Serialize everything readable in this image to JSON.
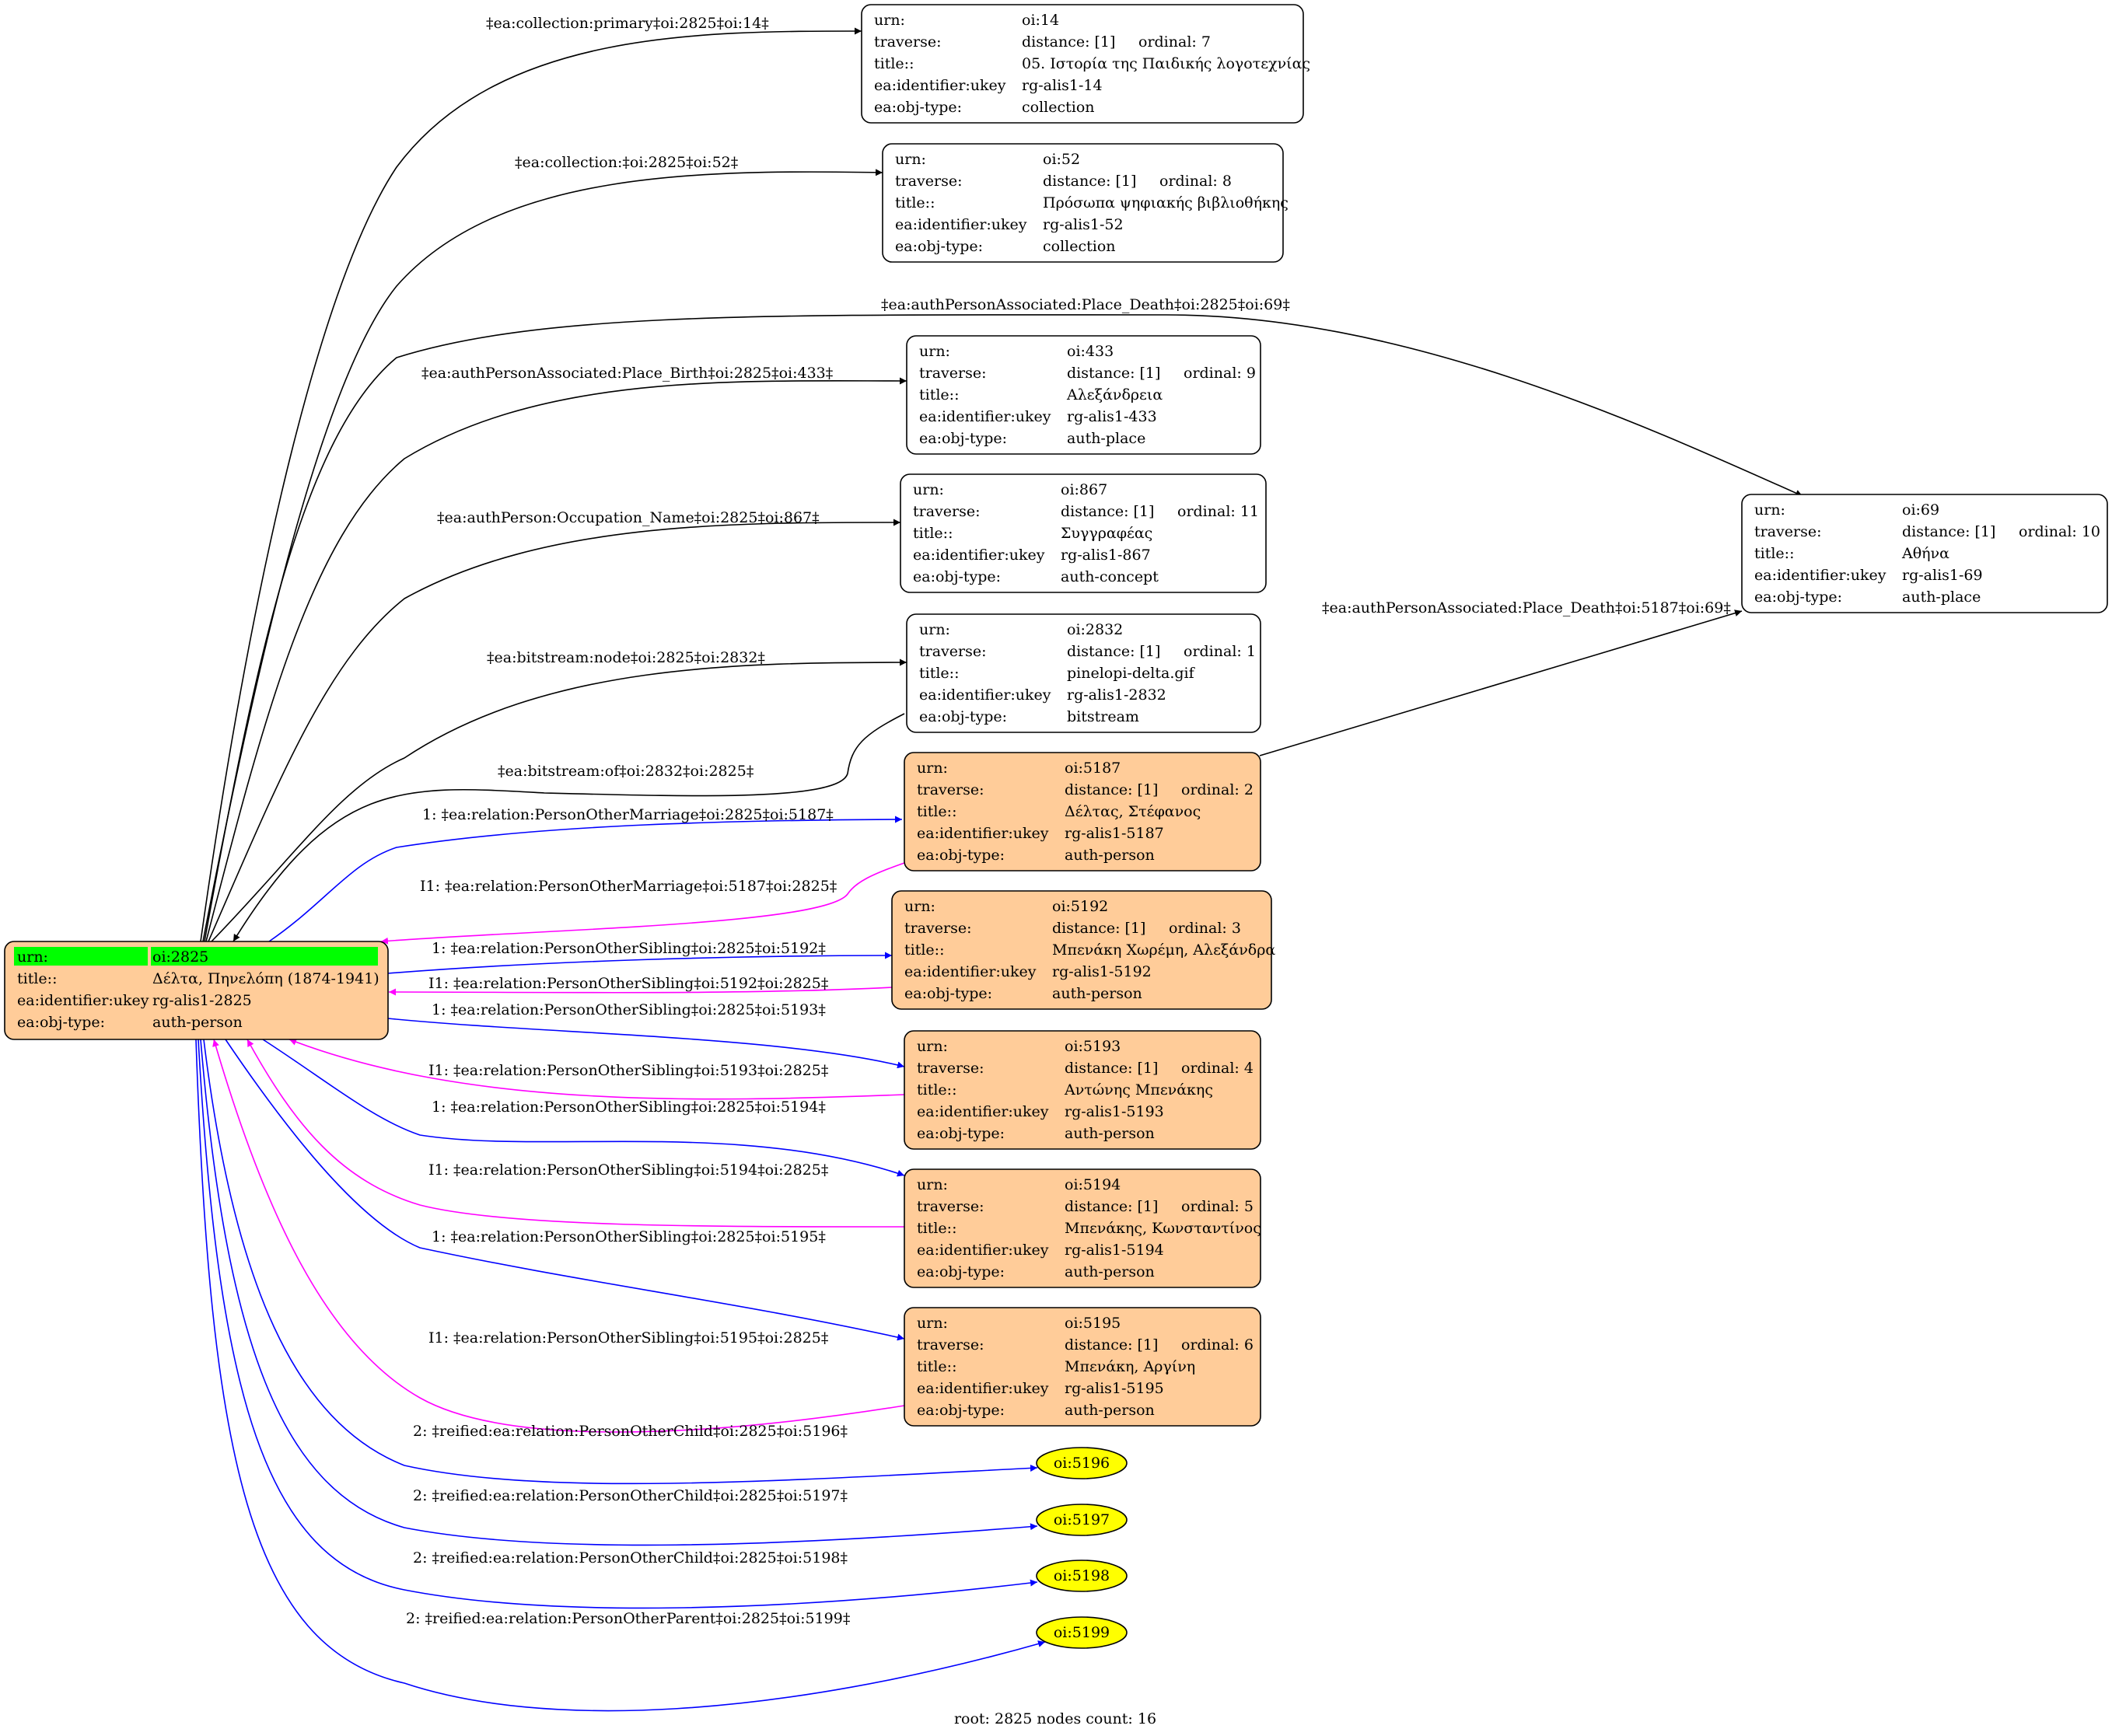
{
  "root": {
    "rows": [
      {
        "key": "urn:",
        "value": "oi:2825"
      },
      {
        "key": "title::",
        "value": "Δέλτα, Πηνελόπη (1874-1941)"
      },
      {
        "key": "ea:identifier:ukey",
        "value": "rg-alis1-2825"
      },
      {
        "key": "ea:obj-type:",
        "value": "auth-person"
      }
    ],
    "colors": {
      "fill": "#ffcc99",
      "highlight": "#00ff00"
    }
  },
  "nodes": [
    {
      "id": "n14",
      "urn": "oi:14",
      "distance": "distance: [1]",
      "ordinal": "ordinal: 7",
      "title": "05. Ιστορία της Παιδικής λογοτεχνίας",
      "ukey": "rg-alis1-14",
      "objtype": "collection",
      "fill": "#ffffff"
    },
    {
      "id": "n52",
      "urn": "oi:52",
      "distance": "distance: [1]",
      "ordinal": "ordinal: 8",
      "title": "Πρόσωπα ψηφιακής βιβλιοθήκης",
      "ukey": "rg-alis1-52",
      "objtype": "collection",
      "fill": "#ffffff"
    },
    {
      "id": "n433",
      "urn": "oi:433",
      "distance": "distance: [1]",
      "ordinal": "ordinal: 9",
      "title": "Αλεξάνδρεια",
      "ukey": "rg-alis1-433",
      "objtype": "auth-place",
      "fill": "#ffffff"
    },
    {
      "id": "n867",
      "urn": "oi:867",
      "distance": "distance: [1]",
      "ordinal": "ordinal: 11",
      "title": "Συγγραφέας",
      "ukey": "rg-alis1-867",
      "objtype": "auth-concept",
      "fill": "#ffffff"
    },
    {
      "id": "n2832",
      "urn": "oi:2832",
      "distance": "distance: [1]",
      "ordinal": "ordinal: 1",
      "title": "pinelopi-delta.gif",
      "ukey": "rg-alis1-2832",
      "objtype": "bitstream",
      "fill": "#ffffff"
    },
    {
      "id": "n5187",
      "urn": "oi:5187",
      "distance": "distance: [1]",
      "ordinal": "ordinal: 2",
      "title": "Δέλτας, Στέφανος",
      "ukey": "rg-alis1-5187",
      "objtype": "auth-person",
      "fill": "#ffcc99"
    },
    {
      "id": "n5192",
      "urn": "oi:5192",
      "distance": "distance: [1]",
      "ordinal": "ordinal: 3",
      "title": "Μπενάκη Χωρέμη, Αλεξάνδρα",
      "ukey": "rg-alis1-5192",
      "objtype": "auth-person",
      "fill": "#ffcc99"
    },
    {
      "id": "n5193",
      "urn": "oi:5193",
      "distance": "distance: [1]",
      "ordinal": "ordinal: 4",
      "title": "Αντώνης Μπενάκης",
      "ukey": "rg-alis1-5193",
      "objtype": "auth-person",
      "fill": "#ffcc99"
    },
    {
      "id": "n5194",
      "urn": "oi:5194",
      "distance": "distance: [1]",
      "ordinal": "ordinal: 5",
      "title": "Μπενάκης, Κωνσταντίνος",
      "ukey": "rg-alis1-5194",
      "objtype": "auth-person",
      "fill": "#ffcc99"
    },
    {
      "id": "n5195",
      "urn": "oi:5195",
      "distance": "distance: [1]",
      "ordinal": "ordinal: 6",
      "title": "Μπενάκη, Αργίνη",
      "ukey": "rg-alis1-5195",
      "objtype": "auth-person",
      "fill": "#ffcc99"
    },
    {
      "id": "n69",
      "urn": "oi:69",
      "distance": "distance: [1]",
      "ordinal": "ordinal: 10",
      "title": "Αθήνα",
      "ukey": "rg-alis1-69",
      "objtype": "auth-place",
      "fill": "#ffffff"
    }
  ],
  "field_keys": {
    "urn": "urn:",
    "traverse": "traverse:",
    "title": "title::",
    "ukey": "ea:identifier:ukey",
    "objtype": "ea:obj-type:"
  },
  "ellipses": [
    {
      "id": "e5196",
      "label": "oi:5196"
    },
    {
      "id": "e5197",
      "label": "oi:5197"
    },
    {
      "id": "e5198",
      "label": "oi:5198"
    },
    {
      "id": "e5199",
      "label": "oi:5199"
    }
  ],
  "edges": [
    {
      "id": "e1",
      "label": "‡ea:collection:primary‡oi:2825‡oi:14‡",
      "color": "#000000"
    },
    {
      "id": "e2",
      "label": "‡ea:collection:‡oi:2825‡oi:52‡",
      "color": "#000000"
    },
    {
      "id": "e3",
      "label": "‡ea:authPersonAssociated:Place_Death‡oi:2825‡oi:69‡",
      "color": "#000000"
    },
    {
      "id": "e4",
      "label": "‡ea:authPersonAssociated:Place_Birth‡oi:2825‡oi:433‡",
      "color": "#000000"
    },
    {
      "id": "e5",
      "label": "‡ea:authPerson:Occupation_Name‡oi:2825‡oi:867‡",
      "color": "#000000"
    },
    {
      "id": "e6",
      "label": "‡ea:bitstream:node‡oi:2825‡oi:2832‡",
      "color": "#000000"
    },
    {
      "id": "e7",
      "label": "‡ea:bitstream:of‡oi:2832‡oi:2825‡",
      "color": "#000000"
    },
    {
      "id": "e8",
      "label": "‡ea:authPersonAssociated:Place_Death‡oi:5187‡oi:69‡",
      "color": "#000000"
    },
    {
      "id": "e9",
      "label": "1: ‡ea:relation:PersonOtherMarriage‡oi:2825‡oi:5187‡",
      "color": "#0000ff"
    },
    {
      "id": "e10",
      "label": "I1: ‡ea:relation:PersonOtherMarriage‡oi:5187‡oi:2825‡",
      "color": "#ff00ff"
    },
    {
      "id": "e11",
      "label": "1: ‡ea:relation:PersonOtherSibling‡oi:2825‡oi:5192‡",
      "color": "#0000ff"
    },
    {
      "id": "e12",
      "label": "I1: ‡ea:relation:PersonOtherSibling‡oi:5192‡oi:2825‡",
      "color": "#ff00ff"
    },
    {
      "id": "e13",
      "label": "1: ‡ea:relation:PersonOtherSibling‡oi:2825‡oi:5193‡",
      "color": "#0000ff"
    },
    {
      "id": "e14",
      "label": "I1: ‡ea:relation:PersonOtherSibling‡oi:5193‡oi:2825‡",
      "color": "#ff00ff"
    },
    {
      "id": "e15",
      "label": "1: ‡ea:relation:PersonOtherSibling‡oi:2825‡oi:5194‡",
      "color": "#0000ff"
    },
    {
      "id": "e16",
      "label": "I1: ‡ea:relation:PersonOtherSibling‡oi:5194‡oi:2825‡",
      "color": "#ff00ff"
    },
    {
      "id": "e17",
      "label": "1: ‡ea:relation:PersonOtherSibling‡oi:2825‡oi:5195‡",
      "color": "#0000ff"
    },
    {
      "id": "e18",
      "label": "I1: ‡ea:relation:PersonOtherSibling‡oi:5195‡oi:2825‡",
      "color": "#ff00ff"
    },
    {
      "id": "e19",
      "label": "2: ‡reified:ea:relation:PersonOtherChild‡oi:2825‡oi:5196‡",
      "color": "#0000ff"
    },
    {
      "id": "e20",
      "label": "2: ‡reified:ea:relation:PersonOtherChild‡oi:2825‡oi:5197‡",
      "color": "#0000ff"
    },
    {
      "id": "e21",
      "label": "2: ‡reified:ea:relation:PersonOtherChild‡oi:2825‡oi:5198‡",
      "color": "#0000ff"
    },
    {
      "id": "e22",
      "label": "2: ‡reified:ea:relation:PersonOtherParent‡oi:2825‡oi:5199‡",
      "color": "#0000ff"
    }
  ],
  "footer": "root: 2825 nodes count: 16"
}
